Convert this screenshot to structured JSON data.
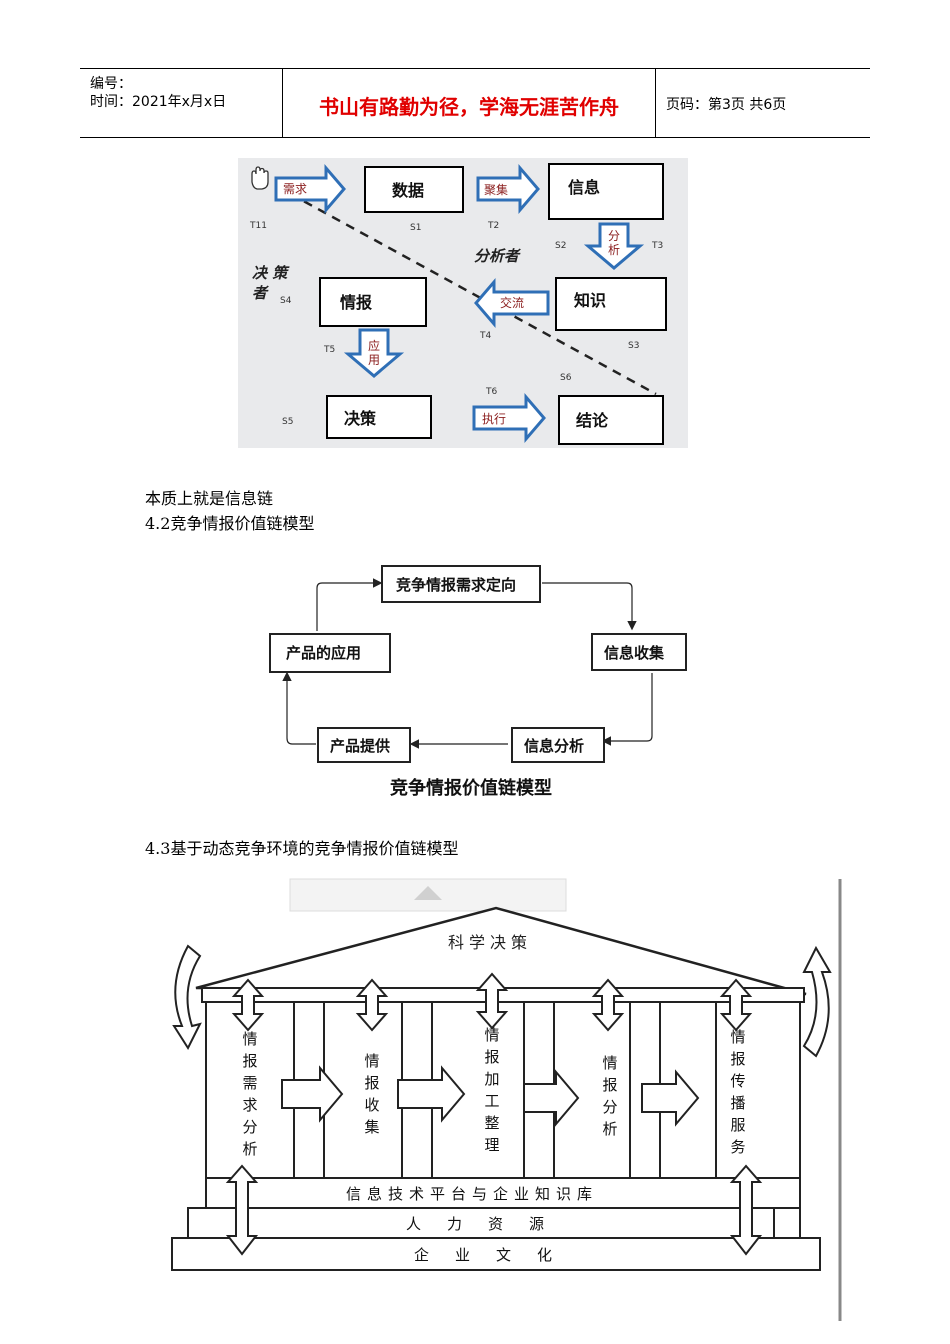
{
  "header": {
    "number_label": "编号：",
    "time_label": "时间：2021年x月x日",
    "motto": "书山有路勤为径，学海无涯苦作舟",
    "page_label": "页码：第3页  共6页"
  },
  "fig1": {
    "boxes": {
      "data": "数据",
      "info": "信息",
      "knowledge": "知识",
      "intel": "情报",
      "decision": "决策",
      "conclusion": "结论"
    },
    "arrows": {
      "demand": "需求",
      "gather": "聚集",
      "analyze_a": "分",
      "analyze_b": "析",
      "exchange": "交流",
      "apply_a": "应",
      "apply_b": "用",
      "execute": "执行"
    },
    "codes": {
      "t11": "T11",
      "s1": "S1",
      "t2": "T2",
      "s2": "S2",
      "t3": "T3",
      "s4": "S4",
      "t4": "T4",
      "s3": "S3",
      "t5": "T5",
      "t6": "T6",
      "s6": "S6",
      "s5": "S5"
    },
    "roles": {
      "analyst": "分析者",
      "decider_a": "决 策",
      "decider_b": "者"
    }
  },
  "text": {
    "p1": "本质上就是信息链",
    "p2": "4.2竞争情报价值链模型",
    "p3": "4.3基于动态竞争环境的竞争情报价值链模型"
  },
  "fig2": {
    "boxes": {
      "top": "竞争情报需求定向",
      "collect": "信息收集",
      "analyze": "信息分析",
      "provide": "产品提供",
      "apply": "产品的应用"
    },
    "caption": "竞争情报价值链模型"
  },
  "fig3": {
    "roof": "科学决策",
    "columns": [
      "情报需求分析",
      "情报收集",
      "情报加工整理",
      "情报分析",
      "情报传播服务"
    ],
    "base1": "信息技术平台与企业知识库",
    "base2": "人力资源",
    "base3": "企业文化"
  }
}
